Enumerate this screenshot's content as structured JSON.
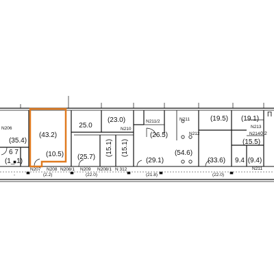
{
  "plan": {
    "highlight_color": "#e07a1f",
    "line_color": "#111111",
    "areas": {
      "r35_4": "(35.4)",
      "r43_2": "(43.2)",
      "r10_5": "(10.5)",
      "r25_0": "25.0",
      "r23_0": "(23.0)",
      "r26_5": "(26.5)",
      "r25_7": "(25.7)",
      "r15_1a": "(15.1)",
      "r15_1b": "(15.1)",
      "r29_1": "(29.1)",
      "r54_6": "(54.6)",
      "r19_5": "(19.5)",
      "r19_1": "(19.1)",
      "r15_5": "(15.5)",
      "r33_6": "(33.6)",
      "r9_4a": "9.4",
      "r9_4b": "(9.4)",
      "r_left_partial": "(1_.1)",
      "r_left_small": "6 7"
    },
    "rooms": {
      "n206": "N206",
      "n207": "N207",
      "n208": "N208",
      "n208_1": "N208/1",
      "n209": "N209",
      "n208_1b": "N208/1",
      "n_312": "N 312",
      "n210": "N210",
      "n211_2": "N211/2",
      "n211": "N211",
      "n212": "N212",
      "n213": "N213",
      "n214": "N214",
      "n211b": "N211",
      "top_right_cut": "П"
    },
    "corridor": {
      "c2_2": "(2.2)",
      "c22_0a": "(22.0)",
      "c21_8": "(21.8)",
      "c22_0b": "(22.0)"
    },
    "misc": {
      "dash": "-",
      "tick_0_2": "0.2"
    }
  }
}
